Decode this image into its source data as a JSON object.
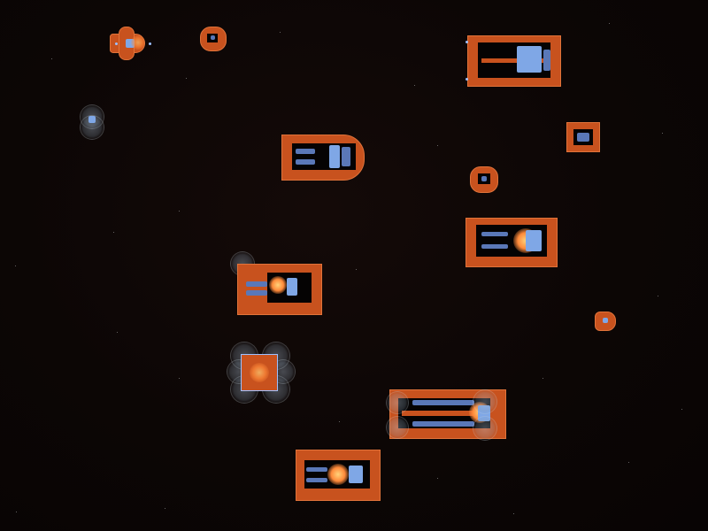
{
  "scene": {
    "background": "#0b0605",
    "hull_color": "#c8521e",
    "module_color": "#7fa7e6",
    "engine_glow": "#ffb04a",
    "shield_color": "#b4c8dc"
  },
  "ships": [
    {
      "id": "fighter-top-left",
      "kind": "fighter"
    },
    {
      "id": "drone-top",
      "kind": "drone"
    },
    {
      "id": "shielded-drone-left",
      "kind": "drone"
    },
    {
      "id": "carrier-mid",
      "kind": "cruiser"
    },
    {
      "id": "gunship-left",
      "kind": "frigate"
    },
    {
      "id": "station-quad-shield",
      "kind": "station"
    },
    {
      "id": "dreadnought-bottom",
      "kind": "battleship"
    },
    {
      "id": "frigate-bottom",
      "kind": "frigate"
    },
    {
      "id": "cruiser-top-right",
      "kind": "cruiser"
    },
    {
      "id": "block-right",
      "kind": "block"
    },
    {
      "id": "drone-right",
      "kind": "drone"
    },
    {
      "id": "cruiser-right-mid",
      "kind": "cruiser"
    },
    {
      "id": "scout-right",
      "kind": "scout"
    }
  ]
}
